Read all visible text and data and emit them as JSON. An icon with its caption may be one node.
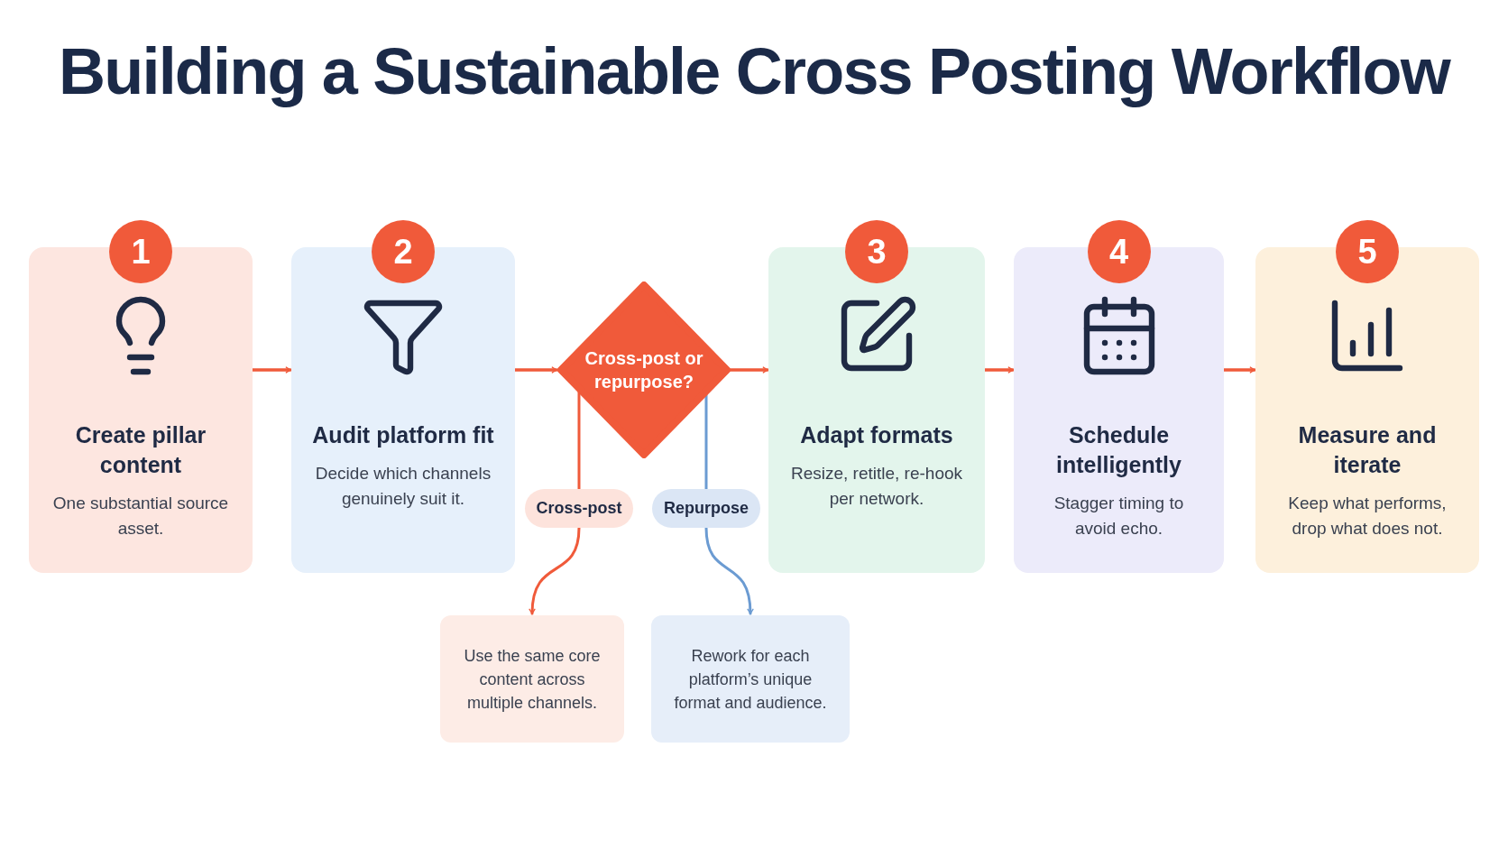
{
  "diagram": {
    "title": "Building a Sustainable **Cross Posting Workflow**",
    "nodes": [
      {
        "text": [
          "1",
          "Create pillar content",
          "One substantial source asset."
        ]
      },
      {
        "text": [
          "2",
          "Audit platform fit",
          "Decide which channels genuinely suit it."
        ]
      },
      {
        "text": [
          "Cross-post or repurpose?"
        ]
      },
      {
        "text": [
          "3",
          "Adapt formats",
          "Resize, retitle, re-hook per network."
        ]
      },
      {
        "text": [
          "4",
          "Schedule intelligently",
          "Stagger timing to avoid echo."
        ]
      },
      {
        "text": [
          "5",
          "Measure and iterate",
          "Keep what performs, drop what does not."
        ]
      },
      {
        "text": [
          "Cross-post"
        ]
      },
      {
        "text": [
          "Repurpose"
        ]
      },
      {
        "text": [
          "Use the same core content across multiple channels."
        ]
      },
      {
        "text": [
          "Rework for each platform’s unique format and audience."
        ]
      }
    ],
    "edges": [
      {
        "from": 0,
        "to": 1,
        "arrow": "to"
      },
      {
        "from": 1,
        "to": 2,
        "arrow": "to"
      },
      {
        "from": 2,
        "to": 3,
        "arrow": "to"
      },
      {
        "from": 3,
        "to": 4,
        "arrow": "to"
      },
      {
        "from": 4,
        "to": 5,
        "arrow": "to"
      },
      {
        "from": 2,
        "to": 6,
        "arrow": "none"
      },
      {
        "from": 6,
        "to": 8,
        "arrow": "to"
      },
      {
        "from": 2,
        "to": 7,
        "arrow": "none",
        "color": "#6b9bd2"
      },
      {
        "from": 7,
        "to": 9,
        "arrow": "to",
        "color": "#6b9bd2"
      }
    ]
  }
}
